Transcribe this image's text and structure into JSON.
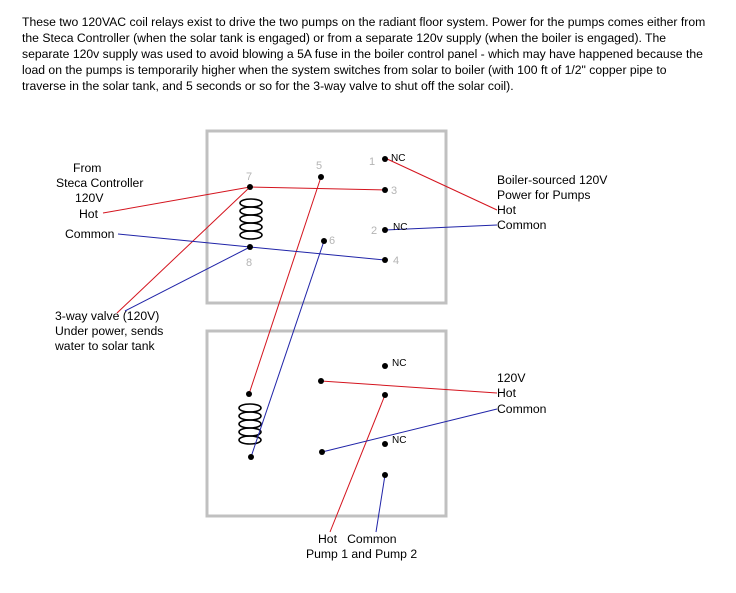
{
  "intro_lines": [
    "These two 120VAC coil relays exist to drive the two pumps on the radiant floor system. Power for the pumps comes either from",
    "the Steca Controller (when the solar tank is engaged) or from a separate 120v supply (when the boiler is engaged). The",
    "separate 120v supply was used to avoid blowing a 5A fuse in the boiler control panel - which may have happened because the",
    "load on the pumps is temporarily higher when the system switches from solar to boiler (with 100 ft of 1/2\" copper pipe to",
    "traverse in the solar tank, and 5 seconds or so  for the 3-way valve to shut off the solar coil)."
  ],
  "labels": {
    "steca": [
      "From",
      "Steca Controller",
      "120V",
      "Hot"
    ],
    "common_left": "Common",
    "valve": [
      "3-way valve  (120V)",
      "Under power, sends",
      "water to solar tank"
    ],
    "boiler": [
      "Boiler-sourced 120V",
      "Power for Pumps",
      "Hot",
      "Common"
    ],
    "supply": [
      "120V",
      "Hot",
      "Common"
    ],
    "pump": [
      "Hot   Common",
      "Pump 1 and Pump 2"
    ]
  },
  "pins": {
    "p1": "1",
    "p2": "2",
    "p3": "3",
    "p4": "4",
    "p5": "5",
    "p6": "6",
    "p7": "7",
    "p8": "8"
  },
  "nc_label": "NC",
  "colors": {
    "hot": "#d4141e",
    "common": "#2024a8",
    "box": "#c0c0c0",
    "pin_text": "#b4b4b4"
  }
}
